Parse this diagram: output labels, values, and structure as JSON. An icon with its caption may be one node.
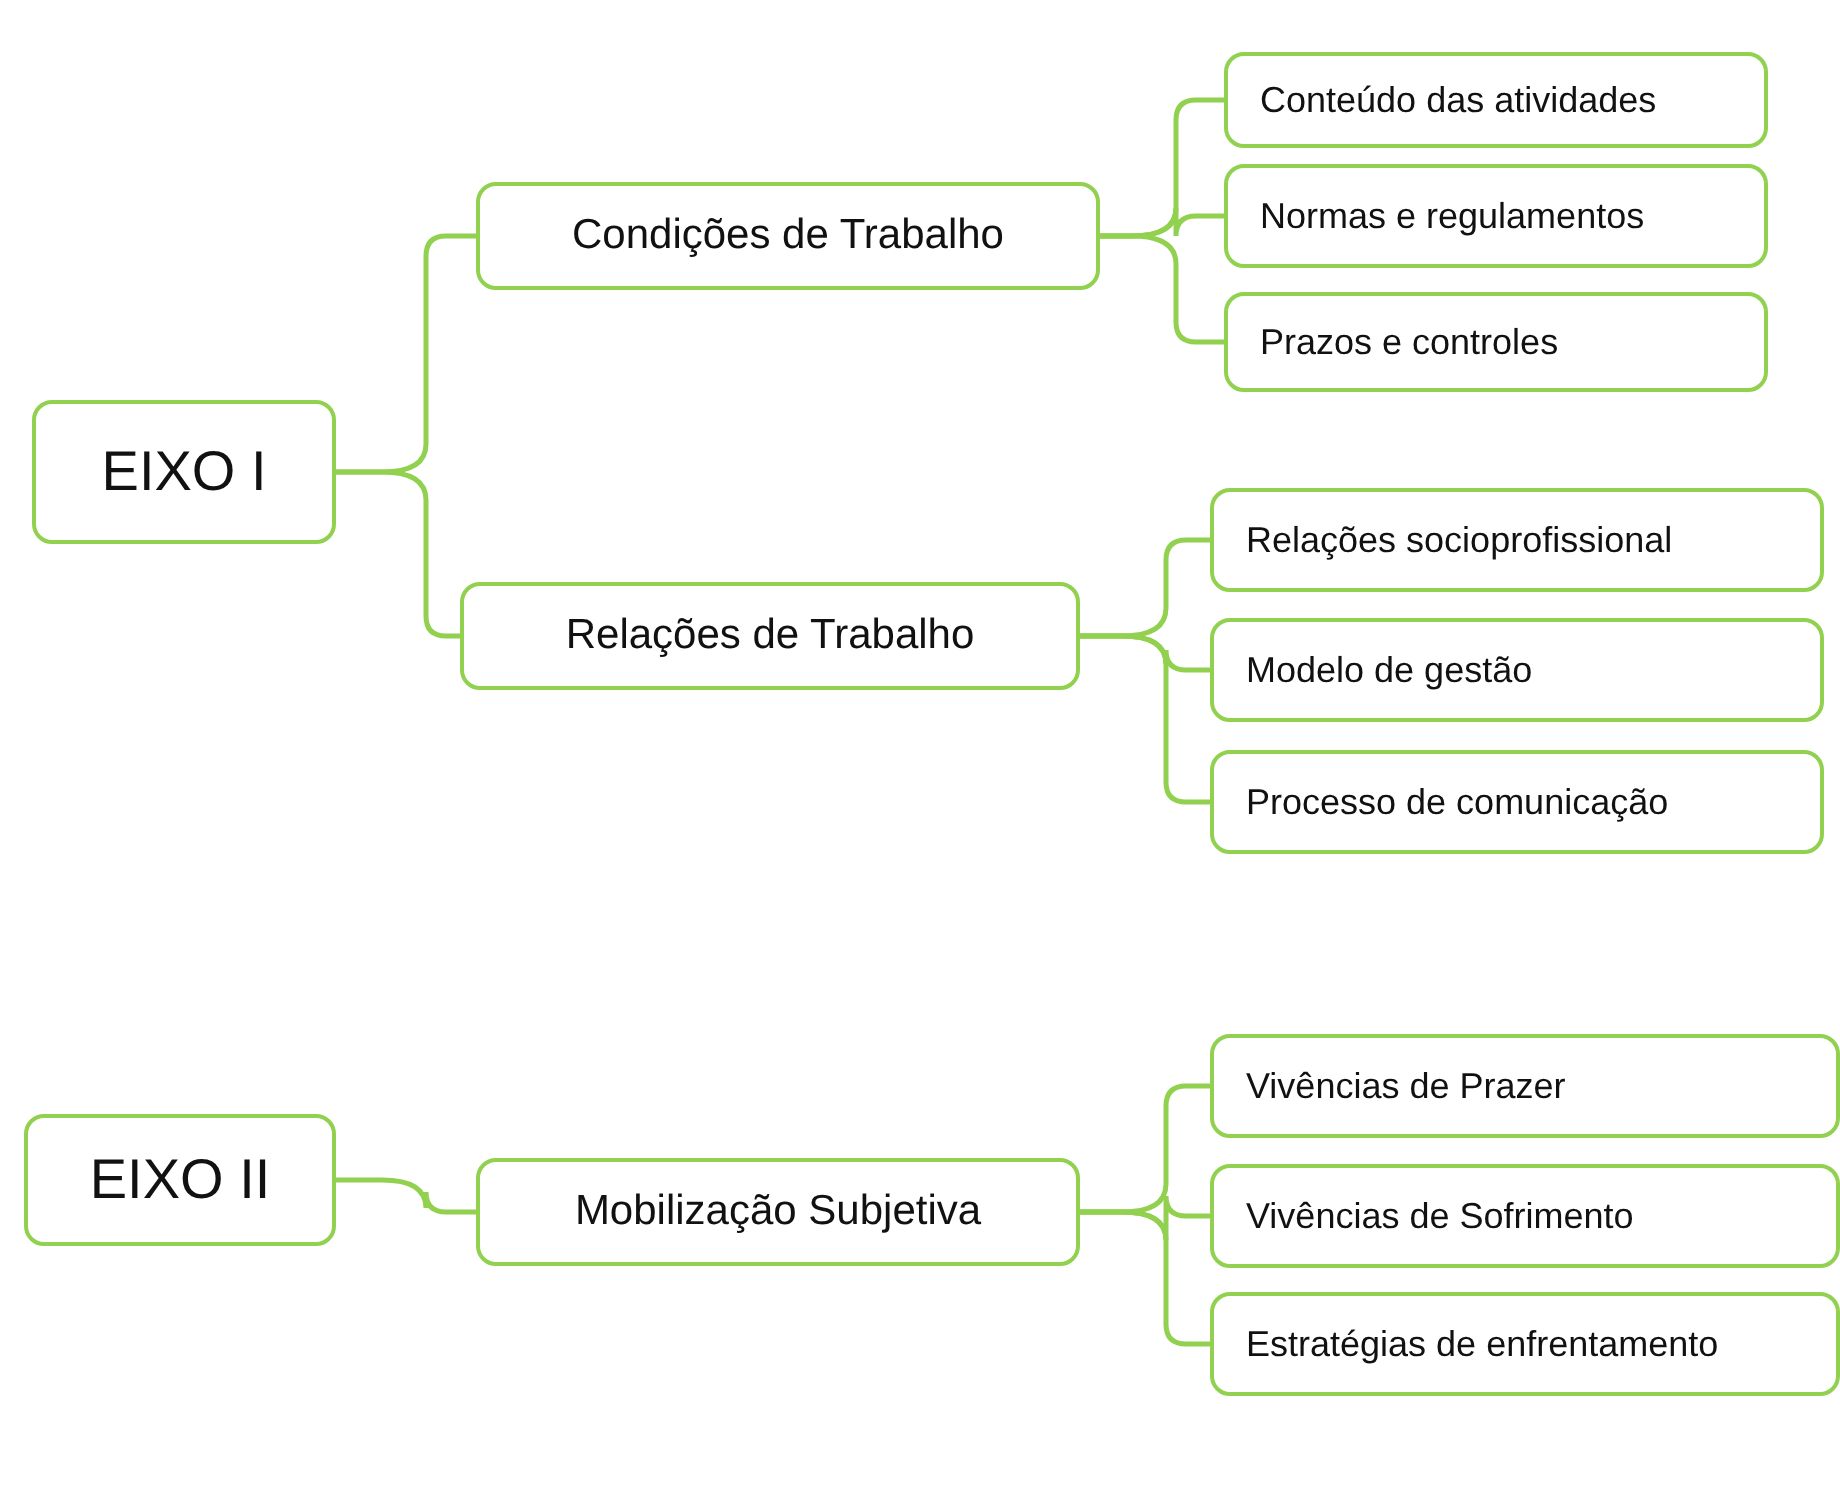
{
  "diagram": {
    "nodes": [
      {
        "text": [
          "EIXO I"
        ]
      },
      {
        "text": [
          "Condições de Trabalho"
        ]
      },
      {
        "text": [
          "Conteúdo das atividades"
        ]
      },
      {
        "text": [
          "Normas e regulamentos"
        ]
      },
      {
        "text": [
          "Prazos e controles"
        ]
      },
      {
        "text": [
          "Relações de Trabalho"
        ]
      },
      {
        "text": [
          "Relações socioprofissional"
        ]
      },
      {
        "text": [
          "Modelo de gestão"
        ]
      },
      {
        "text": [
          "Processo de comunicação"
        ]
      },
      {
        "text": [
          "EIXO II"
        ]
      },
      {
        "text": [
          "Mobilização Subjetiva"
        ]
      },
      {
        "text": [
          "Vivências de Prazer"
        ]
      },
      {
        "text": [
          "Vivências de Sofrimento"
        ]
      },
      {
        "text": [
          "Estratégias de enfrentamento"
        ]
      }
    ],
    "edges": [
      {
        "from": 0,
        "to": 1,
        "arrow": "none"
      },
      {
        "from": 0,
        "to": 5,
        "arrow": "none"
      },
      {
        "from": 1,
        "to": 2,
        "arrow": "none"
      },
      {
        "from": 1,
        "to": 3,
        "arrow": "none"
      },
      {
        "from": 1,
        "to": 4,
        "arrow": "none"
      },
      {
        "from": 5,
        "to": 6,
        "arrow": "none"
      },
      {
        "from": 5,
        "to": 7,
        "arrow": "none"
      },
      {
        "from": 5,
        "to": 8,
        "arrow": "none"
      },
      {
        "from": 9,
        "to": 10,
        "arrow": "none"
      },
      {
        "from": 10,
        "to": 11,
        "arrow": "none"
      },
      {
        "from": 10,
        "to": 12,
        "arrow": "none"
      },
      {
        "from": 10,
        "to": 13,
        "arrow": "none"
      }
    ]
  }
}
